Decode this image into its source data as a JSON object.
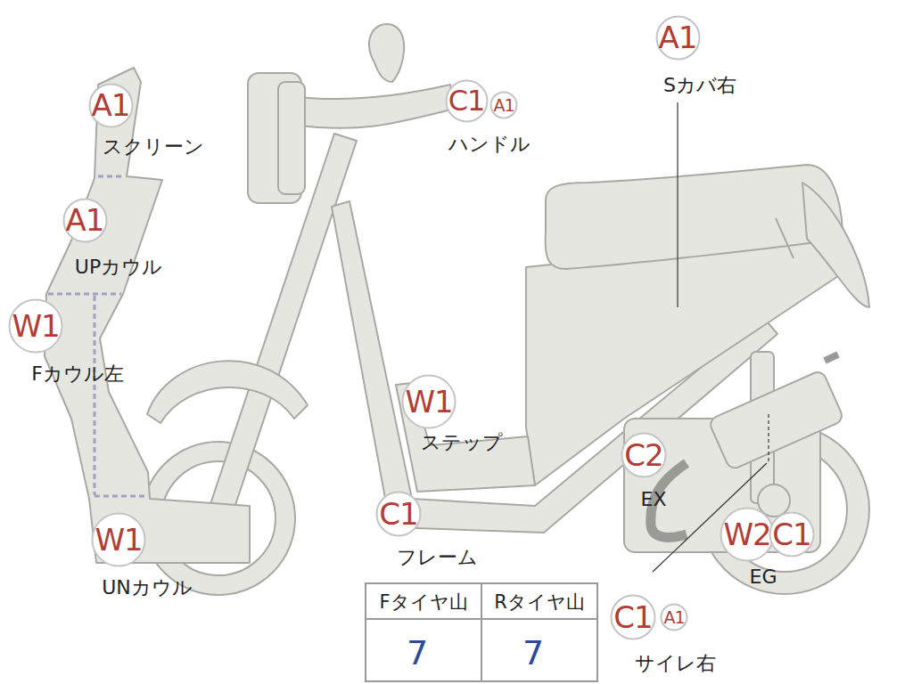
{
  "diagram": {
    "nodes": [
      {
        "text": [
          "A1"
        ]
      },
      {
        "text": [
          "A1"
        ]
      },
      {
        "text": [
          "W1"
        ]
      },
      {
        "text": [
          "W1"
        ]
      },
      {
        "text": [
          "C1"
        ]
      },
      {
        "text": [
          "A1"
        ]
      },
      {
        "text": [
          "A1"
        ]
      },
      {
        "text": [
          "W1"
        ]
      },
      {
        "text": [
          "C1"
        ]
      },
      {
        "text": [
          "C2"
        ]
      },
      {
        "text": [
          "W2"
        ]
      },
      {
        "text": [
          "C1"
        ]
      },
      {
        "text": [
          "C1"
        ]
      },
      {
        "text": [
          "A1"
        ]
      }
    ],
    "labels": [
      "スクリーン",
      "UPカウル",
      "Fカウル左",
      "UNカウル",
      "ハンドル",
      "Sカバ右",
      "ステップ",
      "フレーム",
      "EX",
      "EG",
      "サイレ右",
      "Fタイヤ山",
      "Rタイヤ山",
      "7",
      "7"
    ]
  }
}
